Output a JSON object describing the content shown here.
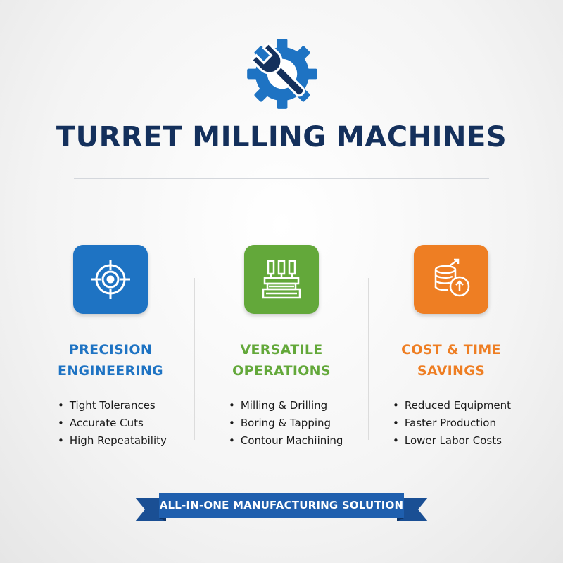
{
  "title": "TURRET MILLING MACHINES",
  "logo_icon": "gear-wrench-icon",
  "colors": {
    "navy": "#14305c",
    "blue": "#1e73c3",
    "green": "#63a83a",
    "orange": "#ee7e23",
    "banner": "#1f5fae"
  },
  "features": [
    {
      "icon": "target-icon",
      "heading_line1": "PRECISION",
      "heading_line2": "ENGINEERING",
      "bullets": [
        "Tight Tolerances",
        "Accurate Cuts",
        "High Repeatability"
      ]
    },
    {
      "icon": "machine-icon",
      "heading_line1": "VERSATILE",
      "heading_line2": "OPERATIONS",
      "bullets": [
        "Milling & Drilling",
        "Boring & Tapping",
        "Contour Machiining"
      ]
    },
    {
      "icon": "coins-arrow-icon",
      "heading_line1": "COST & TIME",
      "heading_line2": "SAVINGS",
      "bullets": [
        "Reduced Equipment",
        "Faster Production",
        "Lower Labor Costs"
      ]
    }
  ],
  "banner_text": "ALL-IN-ONE MANUFACTURING SOLUTION"
}
